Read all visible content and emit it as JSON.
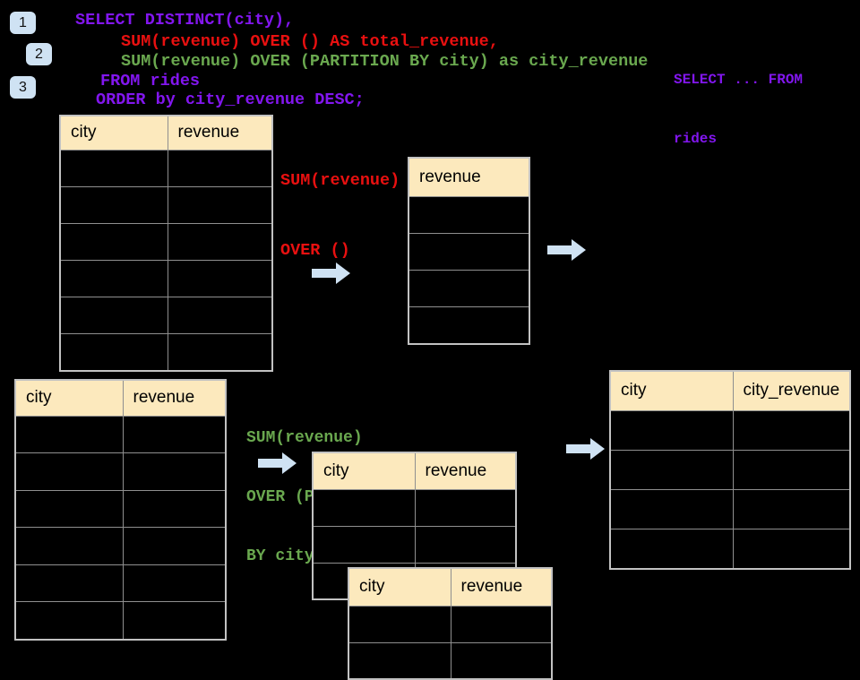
{
  "badges": {
    "b1": "1",
    "b2": "2",
    "b3": "3"
  },
  "code": {
    "line1": "SELECT DISTINCT(city),",
    "line2": "SUM(revenue) OVER () AS total_revenue,",
    "line3": "SUM(revenue) OVER (PARTITION BY city) as city_revenue",
    "line4": "FROM rides",
    "line5": "ORDER by city_revenue DESC;"
  },
  "side_note": {
    "line1": "SELECT ... FROM",
    "line2": "rides"
  },
  "annotations": {
    "total_fn": {
      "line1": "SUM(revenue)",
      "line2": "OVER ()"
    },
    "partition_fn": {
      "line1": "SUM(revenue)",
      "line2": "OVER (PARTITION",
      "line3": "BY city)"
    }
  },
  "tables": {
    "source_top": {
      "col1": "city",
      "col2": "revenue"
    },
    "total_result": {
      "col1": "revenue"
    },
    "source_bottom": {
      "col1": "city",
      "col2": "revenue"
    },
    "partition_input_back": {
      "col1": "city",
      "col2": "revenue"
    },
    "partition_input_front": {
      "col1": "city",
      "col2": "revenue"
    },
    "partition_result": {
      "col1": "city",
      "col2": "city_revenue"
    }
  },
  "colors": {
    "background": "#000000",
    "code_purple": "#8216ef",
    "code_red": "#e81010",
    "code_green": "#6aa84f",
    "table_header_bg": "#fce9bd",
    "table_border": "#8f8f8f",
    "arrow_blue": "#cfe2f3",
    "badge_bg": "#cfe2f3"
  }
}
